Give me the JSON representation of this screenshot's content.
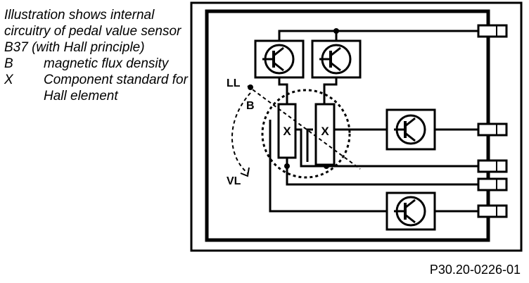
{
  "caption": {
    "intro": "Illustration shows internal circuitry of pedal value sensor B37 (with Hall principle)",
    "legend": [
      {
        "symbol": "B",
        "description": "magnetic flux density"
      },
      {
        "symbol": "X",
        "description": "Component standard for Hall element"
      }
    ]
  },
  "diagram": {
    "labels": {
      "ll": "LL",
      "vl": "VL",
      "b": "B",
      "hall_left": "X",
      "hall_right": "X"
    }
  },
  "figure_id": "P30.20-0226-01"
}
